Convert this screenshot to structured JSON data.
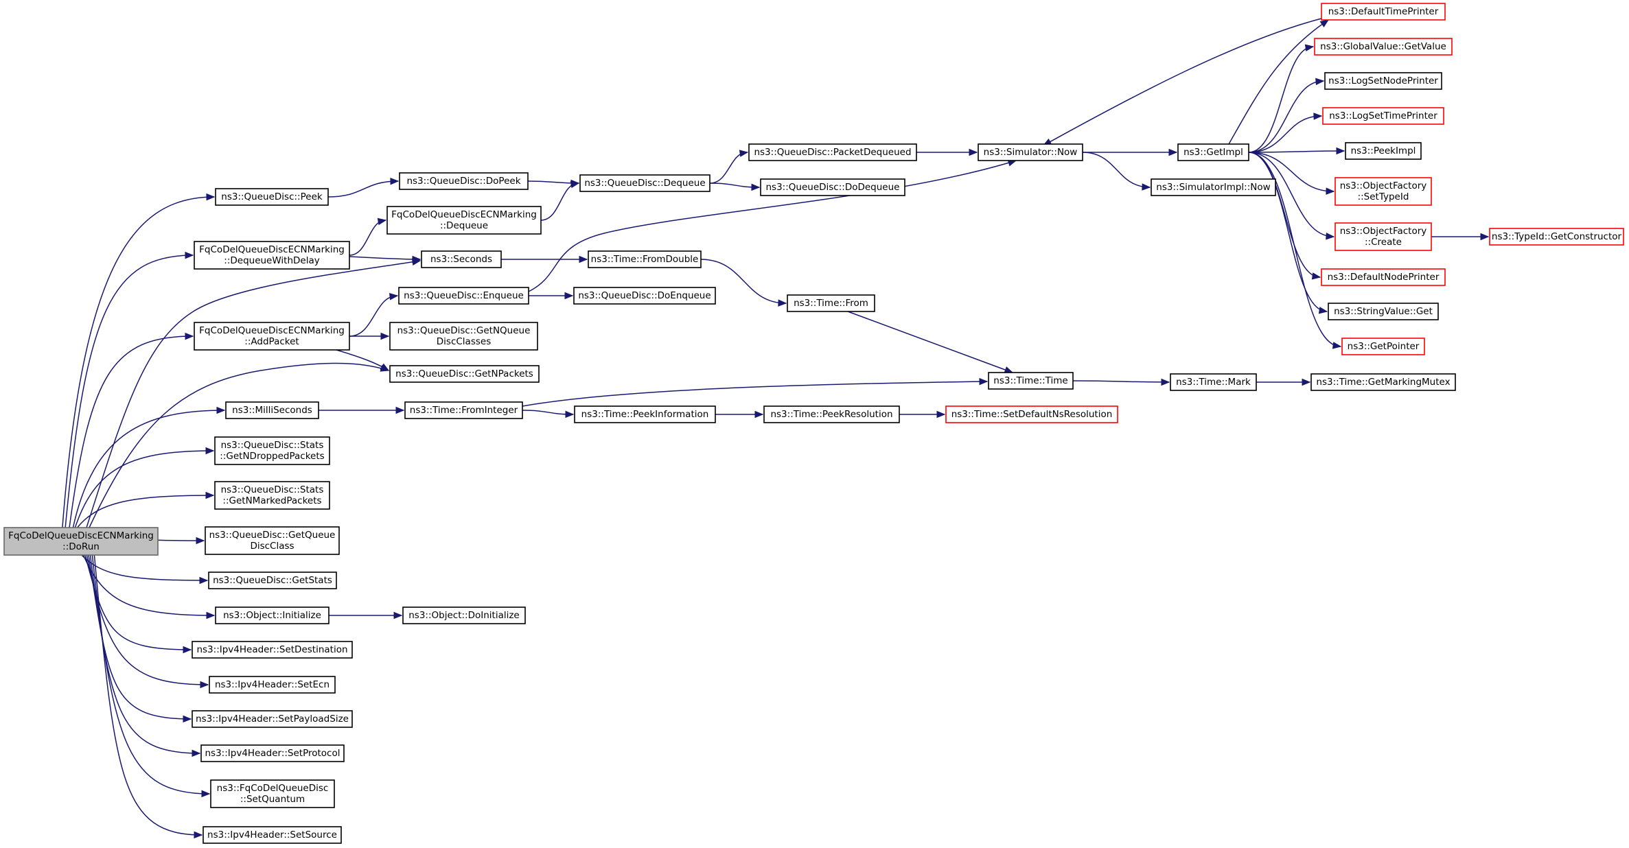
{
  "graph": {
    "root": "FqCoDelQueueDiscECNMarking\n::DoRun",
    "nodes": [
      {
        "id": "root",
        "label": "FqCoDelQueueDiscECNMarking\n::DoRun",
        "style": "root"
      },
      {
        "id": "peek",
        "label": "ns3::QueueDisc::Peek",
        "style": "normal"
      },
      {
        "id": "dequeueWithDelay",
        "label": "FqCoDelQueueDiscECNMarking\n::DequeueWithDelay",
        "style": "normal"
      },
      {
        "id": "seconds",
        "label": "ns3::Seconds",
        "style": "normal"
      },
      {
        "id": "addPacket",
        "label": "FqCoDelQueueDiscECNMarking\n::AddPacket",
        "style": "normal"
      },
      {
        "id": "getNPackets",
        "label": "ns3::QueueDisc::GetNPackets",
        "style": "normal"
      },
      {
        "id": "milliSeconds",
        "label": "ns3::MilliSeconds",
        "style": "normal"
      },
      {
        "id": "getNDropped",
        "label": "ns3::QueueDisc::Stats\n::GetNDroppedPackets",
        "style": "normal"
      },
      {
        "id": "getNMarked",
        "label": "ns3::QueueDisc::Stats\n::GetNMarkedPackets",
        "style": "normal"
      },
      {
        "id": "getQueueDiscClass",
        "label": "ns3::QueueDisc::GetQueue\nDiscClass",
        "style": "normal"
      },
      {
        "id": "getStats",
        "label": "ns3::QueueDisc::GetStats",
        "style": "normal"
      },
      {
        "id": "objInit",
        "label": "ns3::Object::Initialize",
        "style": "normal"
      },
      {
        "id": "setDestination",
        "label": "ns3::Ipv4Header::SetDestination",
        "style": "normal"
      },
      {
        "id": "setEcn",
        "label": "ns3::Ipv4Header::SetEcn",
        "style": "normal"
      },
      {
        "id": "setPayloadSize",
        "label": "ns3::Ipv4Header::SetPayloadSize",
        "style": "normal"
      },
      {
        "id": "setProtocol",
        "label": "ns3::Ipv4Header::SetProtocol",
        "style": "normal"
      },
      {
        "id": "setQuantum",
        "label": "ns3::FqCoDelQueueDisc\n::SetQuantum",
        "style": "normal"
      },
      {
        "id": "setSource",
        "label": "ns3::Ipv4Header::SetSource",
        "style": "normal"
      },
      {
        "id": "doPeek",
        "label": "ns3::QueueDisc::DoPeek",
        "style": "normal"
      },
      {
        "id": "fqDequeue",
        "label": "FqCoDelQueueDiscECNMarking\n::Dequeue",
        "style": "normal"
      },
      {
        "id": "enqueue",
        "label": "ns3::QueueDisc::Enqueue",
        "style": "normal"
      },
      {
        "id": "getNQueueDiscClasses",
        "label": "ns3::QueueDisc::GetNQueue\nDiscClasses",
        "style": "normal"
      },
      {
        "id": "fromInteger",
        "label": "ns3::Time::FromInteger",
        "style": "normal"
      },
      {
        "id": "doInitialize",
        "label": "ns3::Object::DoInitialize",
        "style": "normal"
      },
      {
        "id": "qdDequeue",
        "label": "ns3::QueueDisc::Dequeue",
        "style": "normal"
      },
      {
        "id": "fromDouble",
        "label": "ns3::Time::FromDouble",
        "style": "normal"
      },
      {
        "id": "doEnqueue",
        "label": "ns3::QueueDisc::DoEnqueue",
        "style": "normal"
      },
      {
        "id": "peekInfo",
        "label": "ns3::Time::PeekInformation",
        "style": "normal"
      },
      {
        "id": "packetDequeued",
        "label": "ns3::QueueDisc::PacketDequeued",
        "style": "normal"
      },
      {
        "id": "doDequeue",
        "label": "ns3::QueueDisc::DoDequeue",
        "style": "normal"
      },
      {
        "id": "timeFrom",
        "label": "ns3::Time::From",
        "style": "normal"
      },
      {
        "id": "peekResolution",
        "label": "ns3::Time::PeekResolution",
        "style": "normal"
      },
      {
        "id": "simNow",
        "label": "ns3::Simulator::Now",
        "style": "normal"
      },
      {
        "id": "timeTime",
        "label": "ns3::Time::Time",
        "style": "normal"
      },
      {
        "id": "setDefaultNsRes",
        "label": "ns3::Time::SetDefaultNsResolution",
        "style": "truncated"
      },
      {
        "id": "getImpl",
        "label": "ns3::GetImpl",
        "style": "normal"
      },
      {
        "id": "simImplNow",
        "label": "ns3::SimulatorImpl::Now",
        "style": "normal"
      },
      {
        "id": "timeMark",
        "label": "ns3::Time::Mark",
        "style": "normal"
      },
      {
        "id": "defaultTimePrinter",
        "label": "ns3::DefaultTimePrinter",
        "style": "truncated"
      },
      {
        "id": "gvGetValue",
        "label": "ns3::GlobalValue::GetValue",
        "style": "truncated"
      },
      {
        "id": "logSetNodePrinter",
        "label": "ns3::LogSetNodePrinter",
        "style": "normal"
      },
      {
        "id": "logSetTimePrinter",
        "label": "ns3::LogSetTimePrinter",
        "style": "truncated"
      },
      {
        "id": "peekImpl",
        "label": "ns3::PeekImpl",
        "style": "normal"
      },
      {
        "id": "ofSetTypeId",
        "label": "ns3::ObjectFactory\n::SetTypeId",
        "style": "truncated"
      },
      {
        "id": "ofCreate",
        "label": "ns3::ObjectFactory\n::Create",
        "style": "truncated"
      },
      {
        "id": "defaultNodePrinter",
        "label": "ns3::DefaultNodePrinter",
        "style": "truncated"
      },
      {
        "id": "stringValueGet",
        "label": "ns3::StringValue::Get",
        "style": "normal"
      },
      {
        "id": "getPointer",
        "label": "ns3::GetPointer",
        "style": "truncated"
      },
      {
        "id": "getMarkingMutex",
        "label": "ns3::Time::GetMarkingMutex",
        "style": "normal"
      },
      {
        "id": "getConstructor",
        "label": "ns3::TypeId::GetConstructor",
        "style": "truncated"
      }
    ],
    "edges": [
      [
        "root",
        "peek"
      ],
      [
        "root",
        "dequeueWithDelay"
      ],
      [
        "root",
        "seconds"
      ],
      [
        "root",
        "addPacket"
      ],
      [
        "root",
        "getNPackets"
      ],
      [
        "root",
        "milliSeconds"
      ],
      [
        "root",
        "getNDropped"
      ],
      [
        "root",
        "getNMarked"
      ],
      [
        "root",
        "getQueueDiscClass"
      ],
      [
        "root",
        "getStats"
      ],
      [
        "root",
        "objInit"
      ],
      [
        "root",
        "setDestination"
      ],
      [
        "root",
        "setEcn"
      ],
      [
        "root",
        "setPayloadSize"
      ],
      [
        "root",
        "setProtocol"
      ],
      [
        "root",
        "setQuantum"
      ],
      [
        "root",
        "setSource"
      ],
      [
        "peek",
        "doPeek"
      ],
      [
        "doPeek",
        "qdDequeue"
      ],
      [
        "dequeueWithDelay",
        "fqDequeue"
      ],
      [
        "dequeueWithDelay",
        "seconds"
      ],
      [
        "fqDequeue",
        "qdDequeue"
      ],
      [
        "seconds",
        "fromDouble"
      ],
      [
        "addPacket",
        "enqueue"
      ],
      [
        "addPacket",
        "getNQueueDiscClasses"
      ],
      [
        "addPacket",
        "getNPackets"
      ],
      [
        "enqueue",
        "doEnqueue"
      ],
      [
        "enqueue",
        "simNow"
      ],
      [
        "milliSeconds",
        "fromInteger"
      ],
      [
        "fromInteger",
        "timeTime"
      ],
      [
        "fromInteger",
        "peekInfo"
      ],
      [
        "objInit",
        "doInitialize"
      ],
      [
        "qdDequeue",
        "packetDequeued"
      ],
      [
        "qdDequeue",
        "doDequeue"
      ],
      [
        "packetDequeued",
        "simNow"
      ],
      [
        "fromDouble",
        "timeFrom"
      ],
      [
        "timeFrom",
        "timeTime"
      ],
      [
        "peekInfo",
        "peekResolution"
      ],
      [
        "peekResolution",
        "setDefaultNsRes"
      ],
      [
        "simNow",
        "getImpl"
      ],
      [
        "simNow",
        "simImplNow"
      ],
      [
        "timeTime",
        "timeMark"
      ],
      [
        "timeMark",
        "getMarkingMutex"
      ],
      [
        "getImpl",
        "defaultTimePrinter"
      ],
      [
        "getImpl",
        "gvGetValue"
      ],
      [
        "getImpl",
        "logSetNodePrinter"
      ],
      [
        "getImpl",
        "logSetTimePrinter"
      ],
      [
        "getImpl",
        "peekImpl"
      ],
      [
        "getImpl",
        "ofSetTypeId"
      ],
      [
        "getImpl",
        "ofCreate"
      ],
      [
        "getImpl",
        "defaultNodePrinter"
      ],
      [
        "getImpl",
        "stringValueGet"
      ],
      [
        "getImpl",
        "getPointer"
      ],
      [
        "defaultTimePrinter",
        "simNow"
      ],
      [
        "ofCreate",
        "getConstructor"
      ]
    ]
  },
  "colors": {
    "edge": "#191970",
    "box_border": "#000000",
    "truncated_border": "#ff0000",
    "root_fill": "#bfbfbf",
    "background": "#ffffff"
  }
}
